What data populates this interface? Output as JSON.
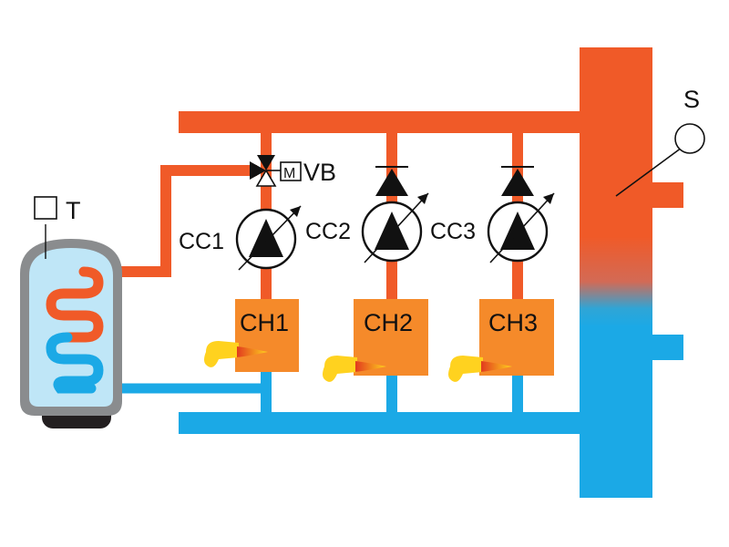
{
  "diagram": {
    "labels": {
      "sensor": "S",
      "tank": "T",
      "valve": "VB",
      "motor": "M",
      "pump1": "CC1",
      "pump2": "CC2",
      "pump3": "CC3",
      "boiler1": "CH1",
      "boiler2": "CH2",
      "boiler3": "CH3"
    },
    "colors": {
      "hot": "#f05a28",
      "cold": "#1ba9e6",
      "boiler": "#f58a2a",
      "tank_body": "#bfe6f7",
      "tank_shell": "#8a8c8e",
      "tank_base": "#231f20",
      "burner": "#ffd21f",
      "flame": "#e23a1e",
      "line": "#111111"
    },
    "icons": {
      "pump": "circulation-pump-icon",
      "check_valve": "check-valve-icon",
      "three_way_valve": "three-way-valve-icon",
      "burner": "burner-icon",
      "sensor": "sensor-probe-icon",
      "thermostat": "thermostat-icon"
    }
  }
}
